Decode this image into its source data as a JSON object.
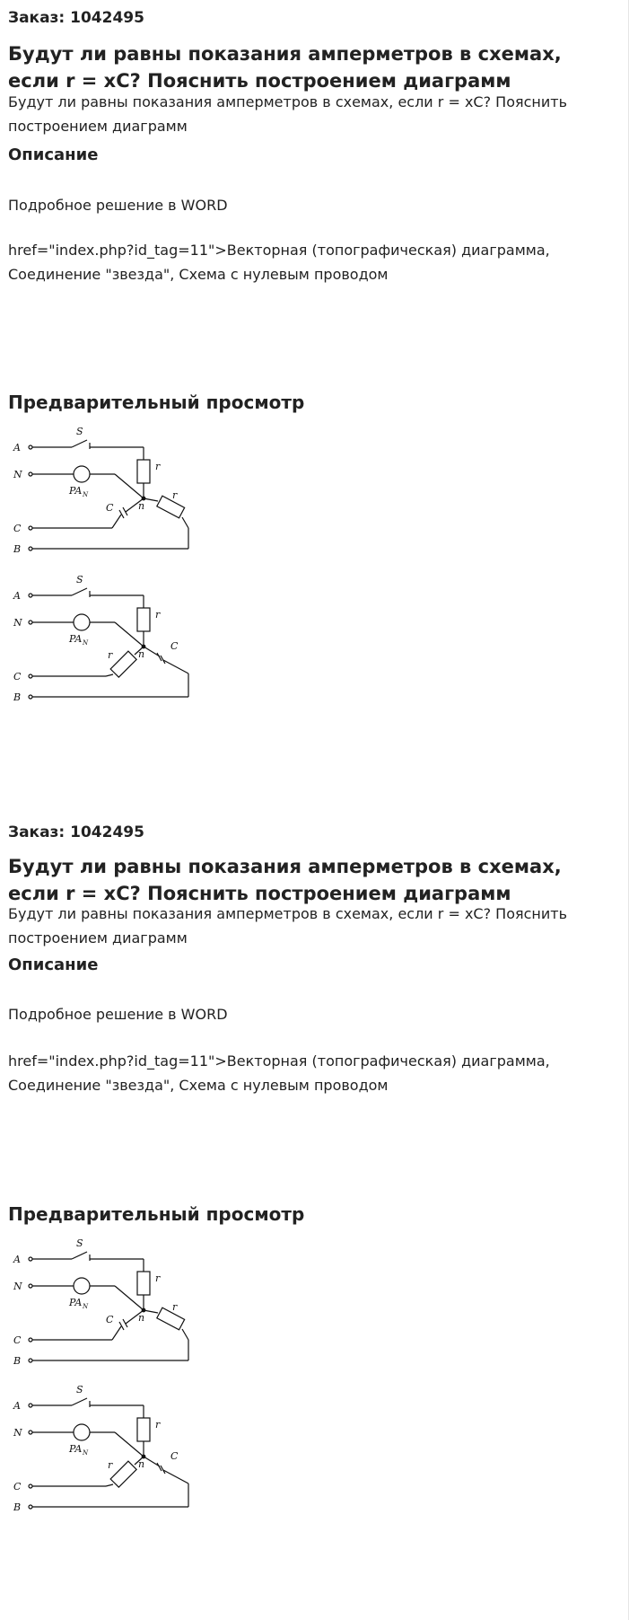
{
  "sections": [
    {
      "order_label": "Заказ: 1042495",
      "title": "Будут ли равны показания амперметров в схемах, если r = xC? Пояснить построением диаграмм",
      "question": "Будут ли равны показания амперметров в схемах, если r = xC? Пояснить построением диаграмм",
      "description_heading": "Описание",
      "solution_note": "Подробное решение в WORD",
      "tags_text": "href=\"index.php?id_tag=11\">Векторная (топографическая) диаграмма, Соединение \"звезда\", Схема с нулевым проводом",
      "preview_heading": "Предварительный просмотр"
    },
    {
      "order_label": "Заказ: 1042495",
      "title": "Будут ли равны показания амперметров в схемах, если r = xC? Пояснить построением диаграмм",
      "question": "Будут ли равны показания амперметров в схемах, если r = xC? Пояснить построением диаграмм",
      "description_heading": "Описание",
      "solution_note": "Подробное решение в WORD",
      "tags_text": "href=\"index.php?id_tag=11\">Векторная (топографическая) диаграмма, Соединение \"звезда\", Схема с нулевым проводом",
      "preview_heading": "Предварительный просмотр"
    }
  ],
  "circuit_labels": {
    "a": "A",
    "n": "N",
    "c": "C",
    "b": "B",
    "switch": "S",
    "ammeter": "PA",
    "ammeter_sub": "N",
    "node": "n",
    "resistor": "r",
    "capacitor": "C"
  }
}
